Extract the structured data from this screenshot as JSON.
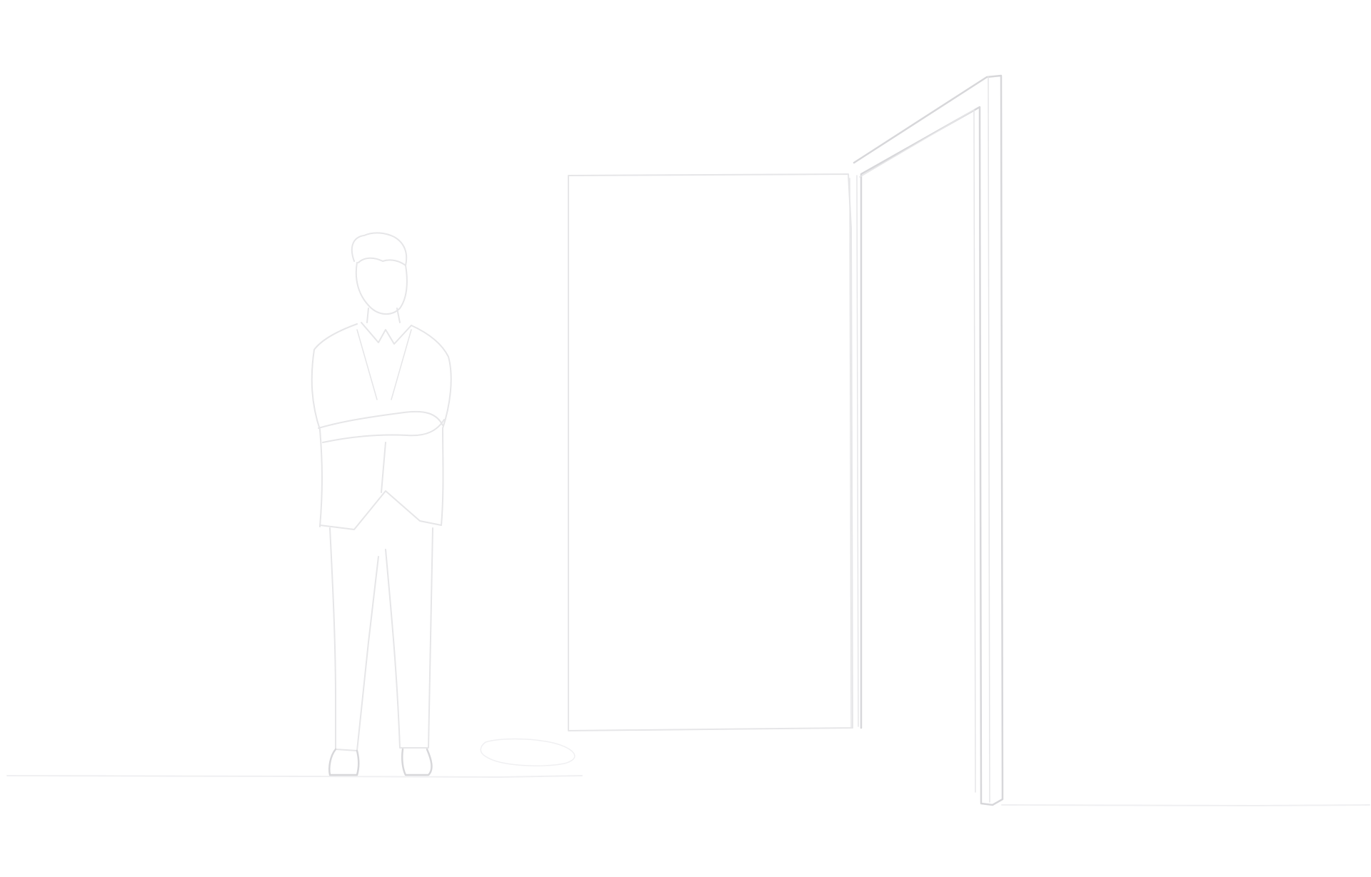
{
  "illustration": {
    "style": "single-line sketch",
    "subject": [
      "man-in-suit",
      "open-door"
    ]
  },
  "colors": {
    "background": "#ffffff",
    "stroke": "#e6e6e8",
    "stroke_faint": "#f0f0f2",
    "stroke_dark": "#d7d7da"
  }
}
